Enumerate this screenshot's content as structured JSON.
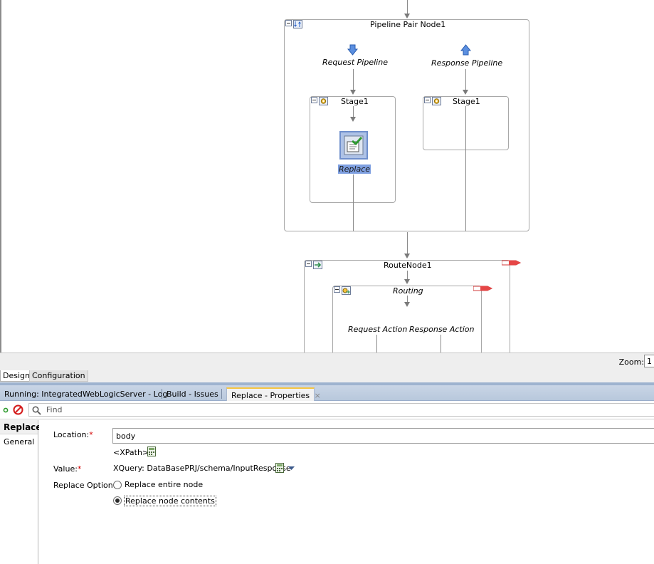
{
  "diagram": {
    "pipeline_pair": {
      "title": "Pipeline Pair Node1"
    },
    "request_pipeline": {
      "label": "Request Pipeline"
    },
    "response_pipeline": {
      "label": "Response Pipeline"
    },
    "request_stage": {
      "title": "Stage1"
    },
    "response_stage": {
      "title": "Stage1"
    },
    "replace_action": {
      "label": "Replace"
    },
    "route_node": {
      "title": "RouteNode1"
    },
    "routing": {
      "title": "Routing",
      "request_action": "Request Action",
      "response_action": "Response Action"
    }
  },
  "statusbar": {
    "zoom_label": "Zoom:",
    "zoom_value": "1"
  },
  "editor_tabs": [
    {
      "label": "Design"
    },
    {
      "label": "Configuration"
    }
  ],
  "log_tabs": [
    {
      "label": "Running: IntegratedWebLogicServer - Log"
    },
    {
      "label": "Build - Issues"
    },
    {
      "label": "Replace - Properties",
      "close": "×"
    }
  ],
  "toolbar": {
    "find_placeholder": "Find"
  },
  "nav": [
    {
      "label": "Replace"
    },
    {
      "label": "General"
    }
  ],
  "properties": {
    "location": {
      "label": "Location:",
      "required": "*",
      "value": "body",
      "hint": "<XPath>"
    },
    "value": {
      "label": "Value:",
      "required": "*",
      "text": "XQuery: DataBasePRJ/schema/InputResponse"
    },
    "replace_option": {
      "label": "Replace Option:",
      "options": [
        {
          "label": "Replace entire node",
          "selected": false
        },
        {
          "label": "Replace node contents",
          "selected": true
        }
      ]
    }
  },
  "colors": {
    "highlight": "#ffff33",
    "tab_accent": "#f5c542",
    "panel_blue": "#9eb3cf"
  }
}
